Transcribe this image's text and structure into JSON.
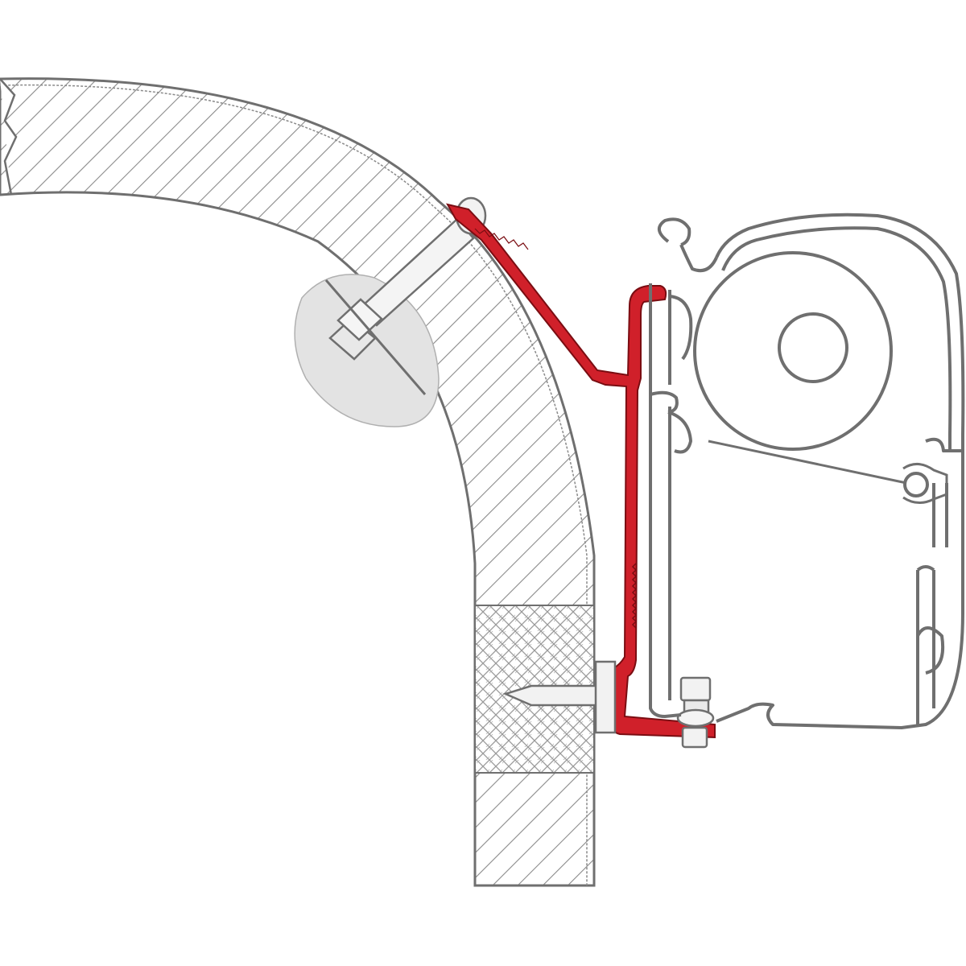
{
  "diagram": {
    "colors": {
      "background": "#ffffff",
      "outline": "#6f6f6f",
      "hatch": "#8a8a8a",
      "adapter": "#d0202a",
      "adapter_dark": "#7a0d12",
      "bubble": "#e3e3e3",
      "bolt_fill": "#f2f2f2"
    },
    "parts": [
      "curved-roof-wall-section",
      "insulation-block",
      "red-adapter-bracket",
      "bolt-and-nut",
      "wall-screw",
      "awning-case-profile",
      "awning-fabric-roller",
      "bottom-bolt"
    ]
  }
}
